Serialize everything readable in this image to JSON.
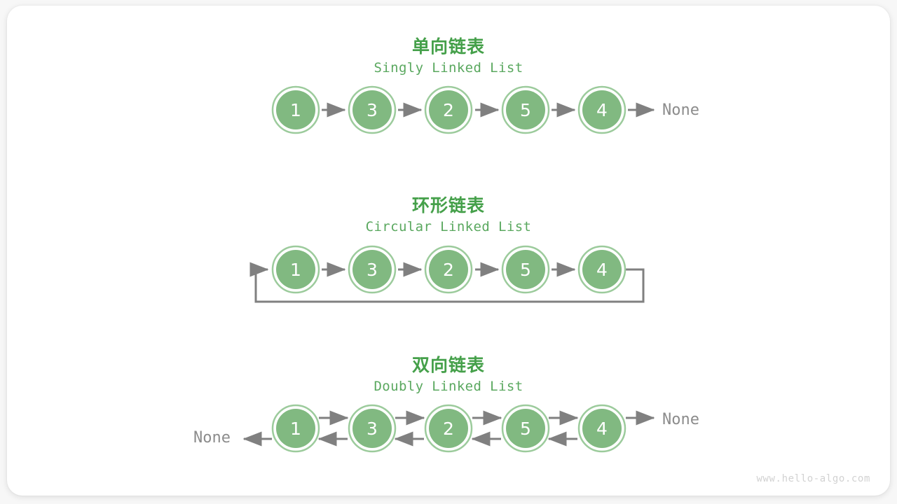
{
  "page": {
    "background_color": "#f7f7f7",
    "card_color": "#ffffff",
    "watermark": "www.hello-algo.com"
  },
  "colors": {
    "node_fill": "#81b981",
    "node_ring": "#9ccb9c",
    "node_gap": "#ffffff",
    "node_text": "#ffffff",
    "arrow": "#808080",
    "title_cn": "#45a04a",
    "title_en": "#5aa85f",
    "none_text": "#8c8c8c",
    "watermark": "#d2d2d2"
  },
  "sections": [
    {
      "id": "singly",
      "title_cn": "单向链表",
      "title_en": "Singly Linked List",
      "nodes": [
        "1",
        "3",
        "2",
        "5",
        "4"
      ],
      "tail_label": "None",
      "head_label": "",
      "links": "forward-only",
      "circular": false
    },
    {
      "id": "circular",
      "title_cn": "环形链表",
      "title_en": "Circular Linked List",
      "nodes": [
        "1",
        "3",
        "2",
        "5",
        "4"
      ],
      "tail_label": "",
      "head_label": "",
      "links": "forward-only",
      "circular": true
    },
    {
      "id": "doubly",
      "title_cn": "双向链表",
      "title_en": "Doubly Linked List",
      "nodes": [
        "1",
        "3",
        "2",
        "5",
        "4"
      ],
      "tail_label": "None",
      "head_label": "None",
      "links": "bidirectional",
      "circular": false
    }
  ]
}
